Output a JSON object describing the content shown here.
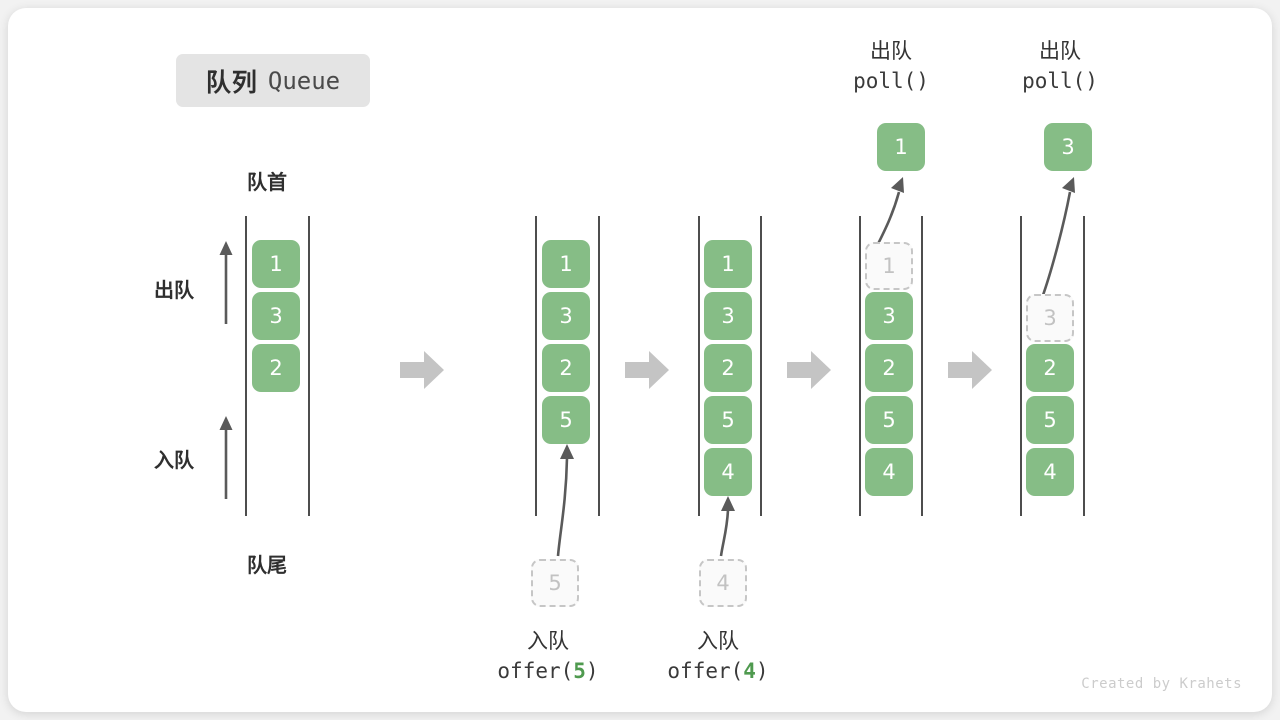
{
  "title": {
    "cn": "队列",
    "en": "Queue"
  },
  "labels": {
    "front": "队首",
    "rear": "队尾",
    "dequeue": "出队",
    "enqueue": "入队"
  },
  "watermark": "Created by Krahets",
  "colors": {
    "box_green": "#86bd86",
    "ghost_border": "#c6c6c6",
    "ghost_text": "#c2c2c2",
    "rail": "#4d4d4d",
    "sep_arrow": "#c4c4c4",
    "accent_number": "#4f9a4f",
    "badge_bg": "#e4e4e4",
    "watermark": "#cccccc"
  },
  "stages": [
    {
      "id": "stage-1",
      "items": [
        "1",
        "3",
        "2"
      ],
      "ghost": null,
      "popped": null,
      "caption_cn": null,
      "caption_code": null
    },
    {
      "id": "stage-2",
      "items": [
        "1",
        "3",
        "2",
        "5"
      ],
      "ghost": {
        "value": "5",
        "position": "below"
      },
      "popped": null,
      "caption_cn": "入队",
      "caption_code_pre": "offer(",
      "caption_code_num": "5",
      "caption_code_post": ")"
    },
    {
      "id": "stage-3",
      "items": [
        "1",
        "3",
        "2",
        "5",
        "4"
      ],
      "ghost": {
        "value": "4",
        "position": "below"
      },
      "popped": null,
      "caption_cn": "入队",
      "caption_code_pre": "offer(",
      "caption_code_num": "4",
      "caption_code_post": ")"
    },
    {
      "id": "stage-4",
      "items": [
        "3",
        "2",
        "5",
        "4"
      ],
      "ghost": {
        "value": "1",
        "position": "slot-0"
      },
      "popped": "1",
      "caption_cn": "出队",
      "caption_code_pre": "poll(",
      "caption_code_num": "",
      "caption_code_post": ")"
    },
    {
      "id": "stage-5",
      "items": [
        "2",
        "5",
        "4"
      ],
      "ghost": {
        "value": "3",
        "position": "slot-1"
      },
      "popped": "3",
      "caption_cn": "出队",
      "caption_code_pre": "poll(",
      "caption_code_num": "",
      "caption_code_post": ")"
    }
  ]
}
